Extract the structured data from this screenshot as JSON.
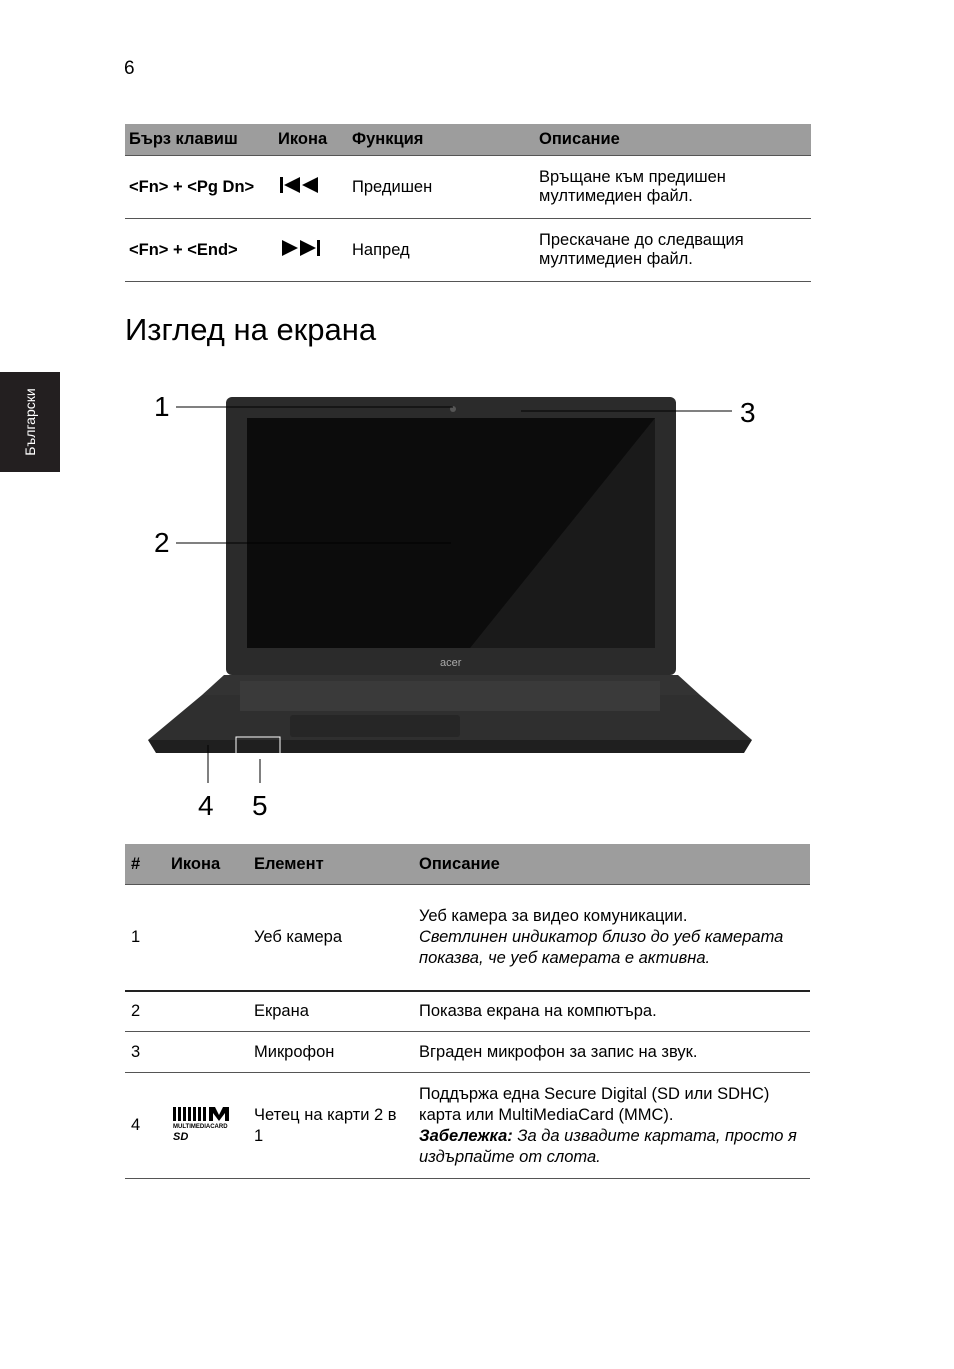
{
  "page": {
    "number": "6",
    "side_tab": "Български"
  },
  "hotkeys": {
    "headers": [
      "Бърз клавиш",
      "Икона",
      "Функция",
      "Описание"
    ],
    "rows": [
      {
        "key": "<Fn> + <Pg Dn>",
        "icon": "previous-track-icon",
        "function": "Предишен",
        "description": "Връщане към предишен мултимедиен файл."
      },
      {
        "key": "<Fn> + <End>",
        "icon": "next-track-icon",
        "function": "Напред",
        "description": "Прескачане до следващия мултимедиен файл."
      }
    ]
  },
  "section_title": "Изглед на екрана",
  "figure": {
    "callouts": [
      "1",
      "2",
      "3",
      "4",
      "5"
    ],
    "logo": "acer"
  },
  "components": {
    "headers": [
      "#",
      "Икона",
      "Елемент",
      "Описание"
    ],
    "rows": [
      {
        "num": "1",
        "element": "Уеб камера",
        "description": "Уеб камера за видео комуникации.",
        "note": "Светлинен индикатор близо до уеб камерата показва, че уеб камерата е активна."
      },
      {
        "num": "2",
        "element": "Екрана",
        "description": "Показва екрана на компютъра."
      },
      {
        "num": "3",
        "element": "Микрофон",
        "description": "Вграден микрофон за запис на звук."
      },
      {
        "num": "4",
        "icon": "card-reader-icon",
        "icon_text": [
          "MULTIMEDIACARD",
          "SD"
        ],
        "element": "Четец на карти 2 в 1",
        "description": "Поддържа една Secure Digital (SD или SDHC) карта или MultiMediaCard (MMC).",
        "note_label": "Забележка:",
        "note": "За да извадите картата, просто я издърпайте от слота."
      }
    ]
  }
}
